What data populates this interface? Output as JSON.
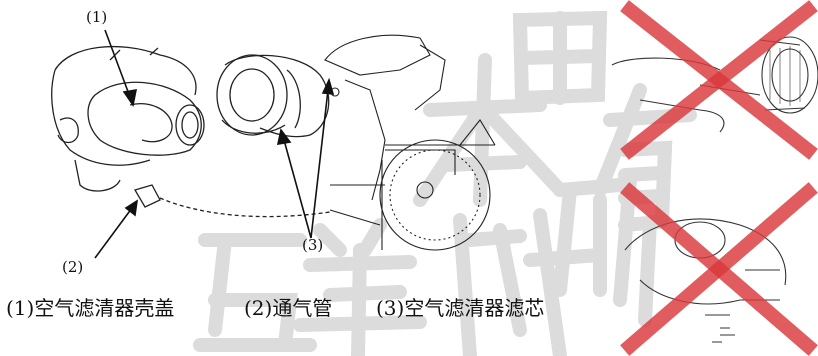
{
  "callouts": {
    "c1": "(1)",
    "c2": "(2)",
    "c3": "(3)"
  },
  "captions": {
    "cover": "(1)空气滤清器壳盖",
    "vent_tube": "(2)通气管",
    "element": "(3)空气滤清器滤芯"
  },
  "watermark": {
    "text": "五羊本田版权所有",
    "color": "#d9d9d9"
  },
  "marks": {
    "wrong_color": "#d9383a",
    "wrong_icon": "cross-mark-icon"
  }
}
